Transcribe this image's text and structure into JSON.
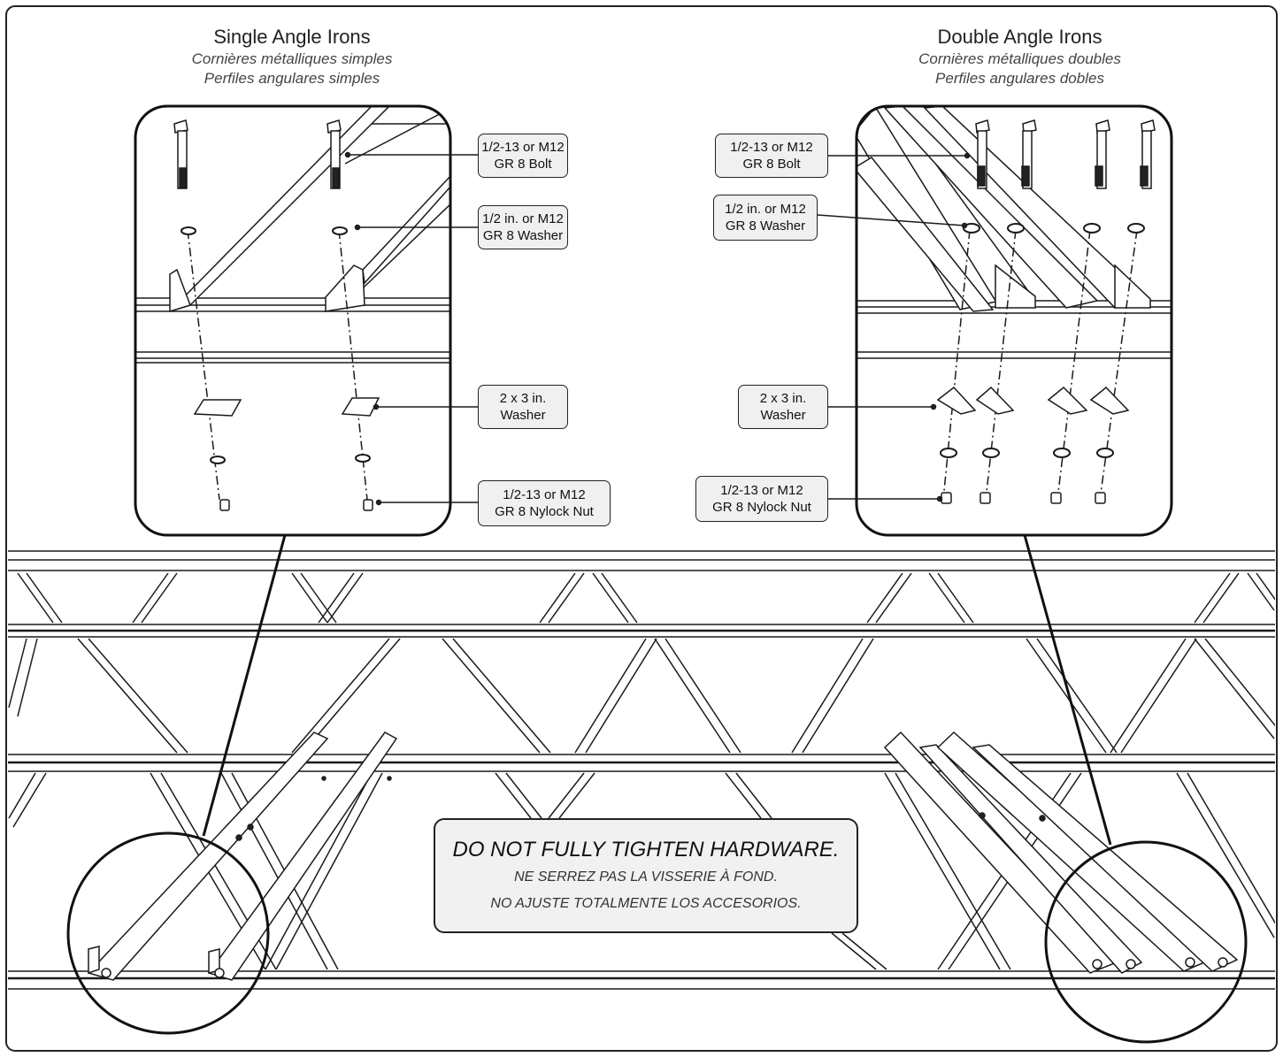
{
  "single": {
    "title": "Single Angle Irons",
    "subtitle_fr": "Cornières métalliques simples",
    "subtitle_es": "Perfiles angulares simples"
  },
  "double": {
    "title": "Double Angle Irons",
    "subtitle_fr": "Cornières métalliques doubles",
    "subtitle_es": "Perfiles angulares dobles"
  },
  "callouts": {
    "bolt": [
      "1/2-13 or M12",
      "GR 8 Bolt"
    ],
    "washer": [
      "1/2 in. or M12",
      "GR 8 Washer"
    ],
    "plate_washer": [
      "2 x 3 in.",
      "Washer"
    ],
    "nut": [
      "1/2-13 or M12",
      "GR 8 Nylock Nut"
    ]
  },
  "notice": {
    "en": "DO NOT FULLY TIGHTEN HARDWARE.",
    "fr": "NE SERREZ PAS LA VISSERIE À FOND.",
    "es": "NO AJUSTE TOTALMENTE LOS ACCESORIOS."
  },
  "colors": {
    "line": "#1a1a1a",
    "callout_bg": "#f0f0f0"
  }
}
